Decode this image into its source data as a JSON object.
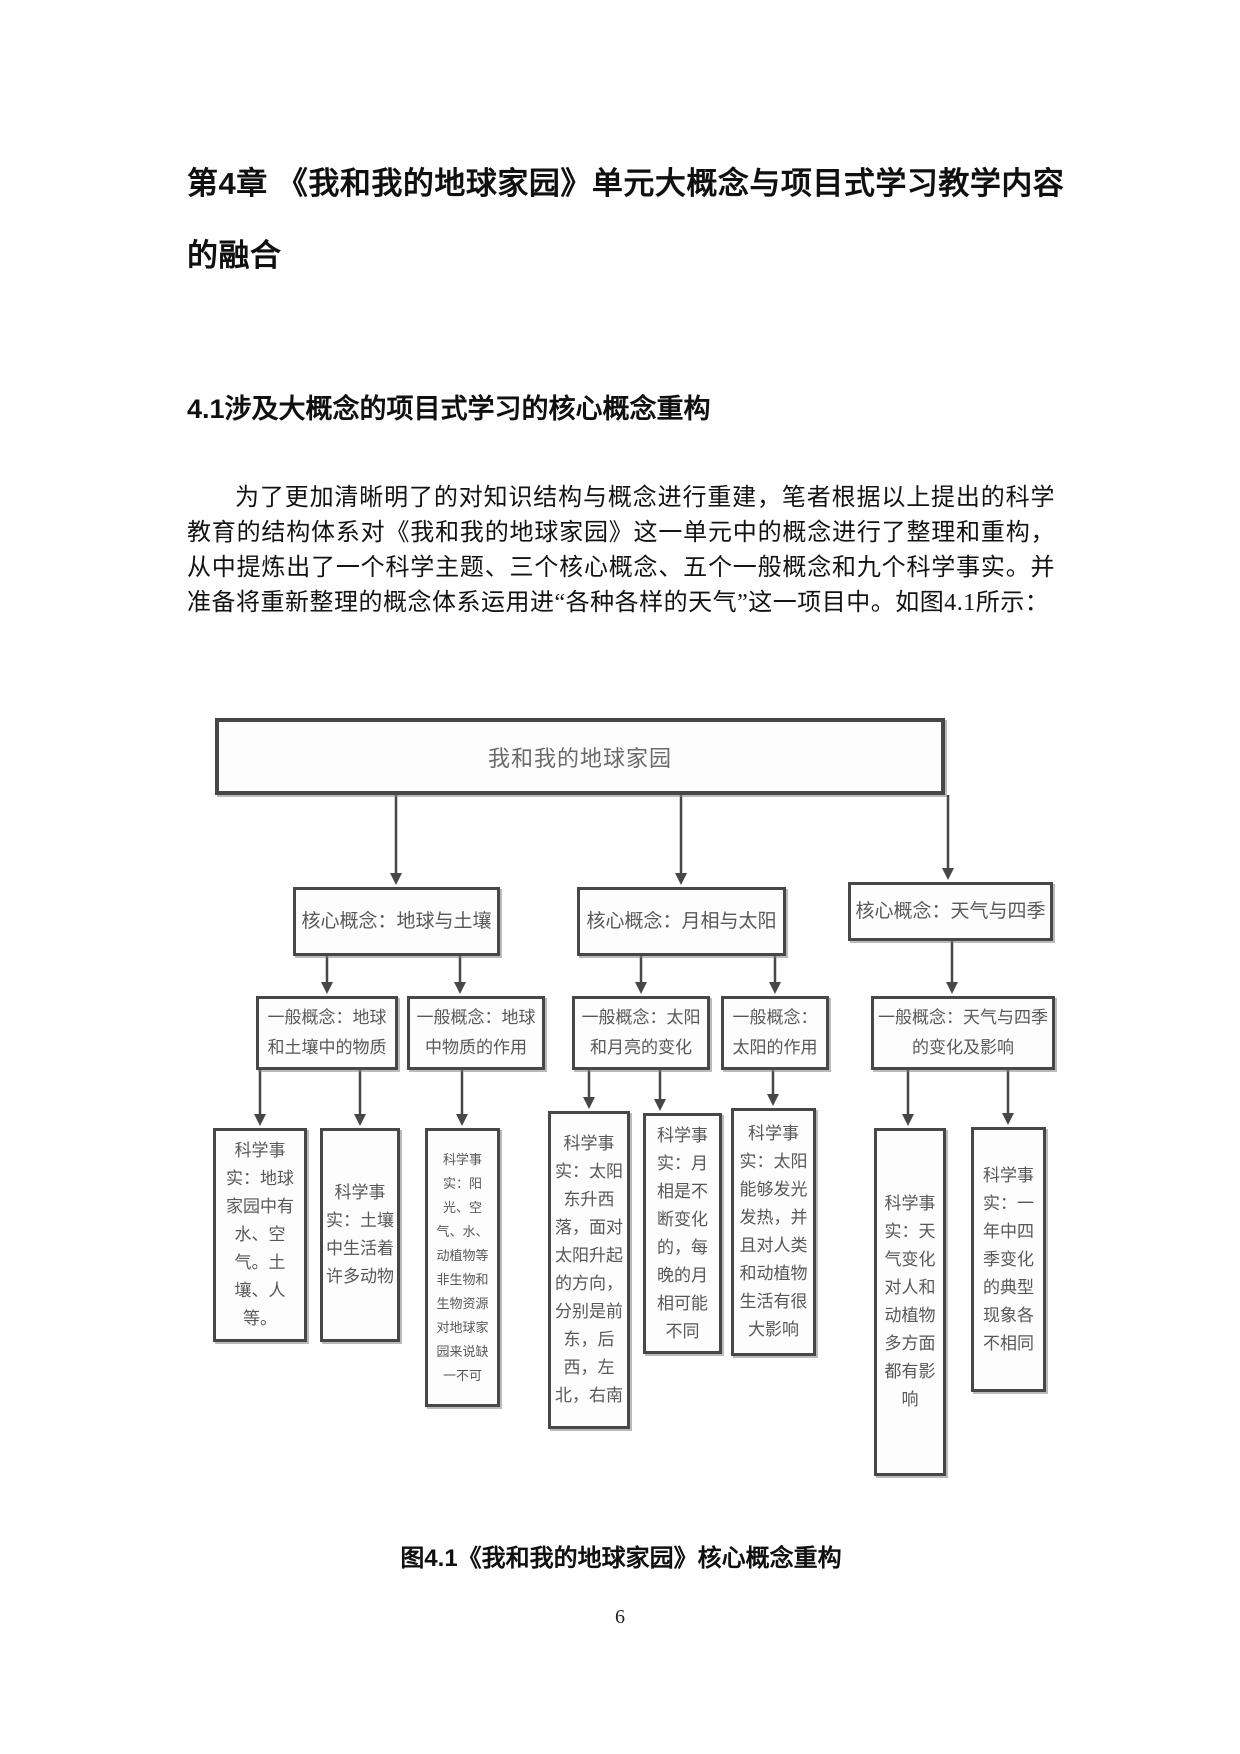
{
  "doc": {
    "chapter_title": "第4章 《我和我的地球家园》单元大概念与项目式学习教学内容的融合",
    "section_heading": "4.1涉及大概念的项目式学习的核心概念重构",
    "paragraph": "为了更加清晰明了的对知识结构与概念进行重建，笔者根据以上提出的科学教育的结构体系对《我和我的地球家园》这一单元中的概念进行了整理和重构，从中提炼出了一个科学主题、三个核心概念、五个一般概念和九个科学事实。并准备将重新整理的概念体系运用进“各种各样的天气”这一项目中。如图4.1所示：",
    "figure_caption": "图4.1《我和我的地球家园》核心概念重构",
    "page_number": "6"
  },
  "diagram": {
    "root": "我和我的地球家园",
    "core_concepts": [
      "核心概念：地球与土壤",
      "核心概念：月相与太阳",
      "核心概念：天气与四季"
    ],
    "general_concepts": [
      "一般概念：地球和土壤中的物质",
      "一般概念：地球中物质的作用",
      "一般概念：太阳和月亮的变化",
      "一般概念：太阳的作用",
      "一般概念：天气与四季的变化及影响"
    ],
    "facts": [
      "科学事实：地球家园中有水、空气。土壤、人等。",
      "科学事实：土壤中生活着许多动物",
      "科学事实：阳光、空气、水、动植物等非生物和生物资源对地球家园来说缺一不可",
      "科学事实：太阳东升西落，面对太阳升起的方向，分别是前东，后西，左北，右南",
      "科学事实：月相是不断变化的，每晚的月相可能不同",
      "科学事实：太阳能够发光发热，并且对人类和动植物生活有很大影响",
      "科学事实：天气变化对人和动植物多方面都有影响",
      "科学事实：一年中四季变化的典型现象各不相同"
    ],
    "line_color": "#474747"
  }
}
